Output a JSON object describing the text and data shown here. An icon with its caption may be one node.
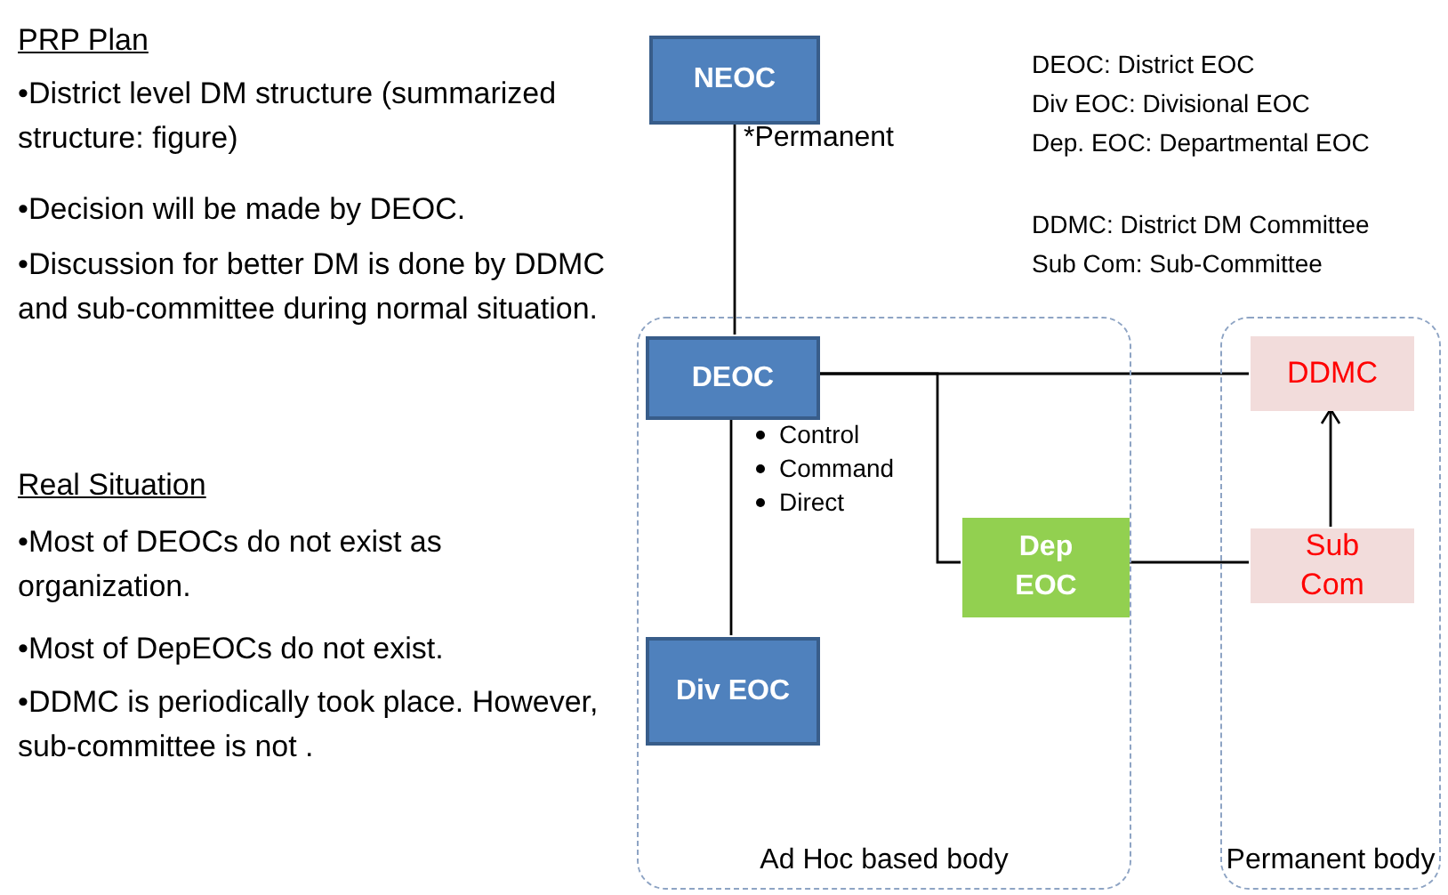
{
  "diagram": {
    "nodes": [
      {
        "text": [
          "Ad Hoc based body"
        ]
      },
      {
        "text": [
          "Permanent body"
        ]
      },
      {
        "text": [
          "NEOC"
        ],
        "beside": [
          "*Permanent"
        ]
      },
      {
        "text": [
          "DEOC"
        ],
        "in": 0
      },
      {
        "text": [
          "Div EOC"
        ],
        "in": 0
      },
      {
        "text": [
          "Dep EOC"
        ],
        "in": 0
      },
      {
        "text": [
          "DDMC"
        ],
        "in": 1
      },
      {
        "text": [
          "Sub Com"
        ],
        "in": 1
      }
    ],
    "edges": [
      {
        "from": 2,
        "to": 3,
        "arrow": "none"
      },
      {
        "from": 3,
        "to": 4,
        "arrow": "none"
      },
      {
        "from": 3,
        "to": 6,
        "arrow": "none"
      },
      {
        "from": 3,
        "to": 5,
        "arrow": "none"
      },
      {
        "from": 5,
        "to": 7,
        "arrow": "none"
      },
      {
        "from": 7,
        "to": 6,
        "arrow": "to"
      }
    ],
    "labels": [
      "PRP Plan",
      "•District level DM structure (summarized structure: figure)",
      "•Decision will be made by  DEOC.",
      "•Discussion for better DM is done by DDMC and sub-committee during normal situation.",
      "Real Situation",
      "•Most of DEOCs do not exist as organization.",
      "•Most of DepEOCs do not exist.",
      "•DDMC is periodically took place. However, sub-committee is not .",
      "DEOC: District EOC",
      "Div EOC: Divisional EOC",
      "Dep. EOC: Departmental EOC",
      "DDMC: District DM Committee",
      "Sub Com: Sub-Committee",
      "Control",
      "Command",
      "Direct"
    ]
  }
}
